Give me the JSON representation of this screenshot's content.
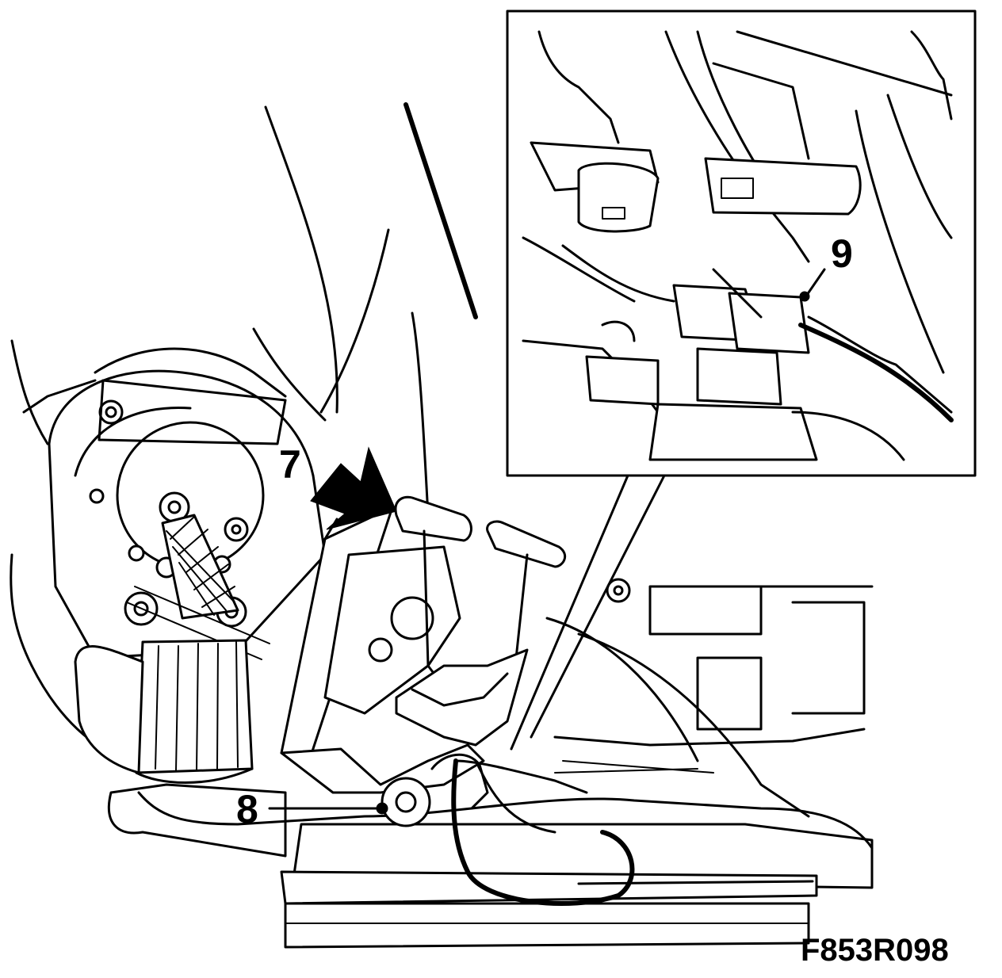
{
  "figure": {
    "reference_code": "F853R098",
    "callouts": {
      "arrow_label": "7",
      "bolt_label": "8",
      "connector_label": "9"
    }
  },
  "colors": {
    "line": "#000000",
    "background": "#ffffff"
  }
}
